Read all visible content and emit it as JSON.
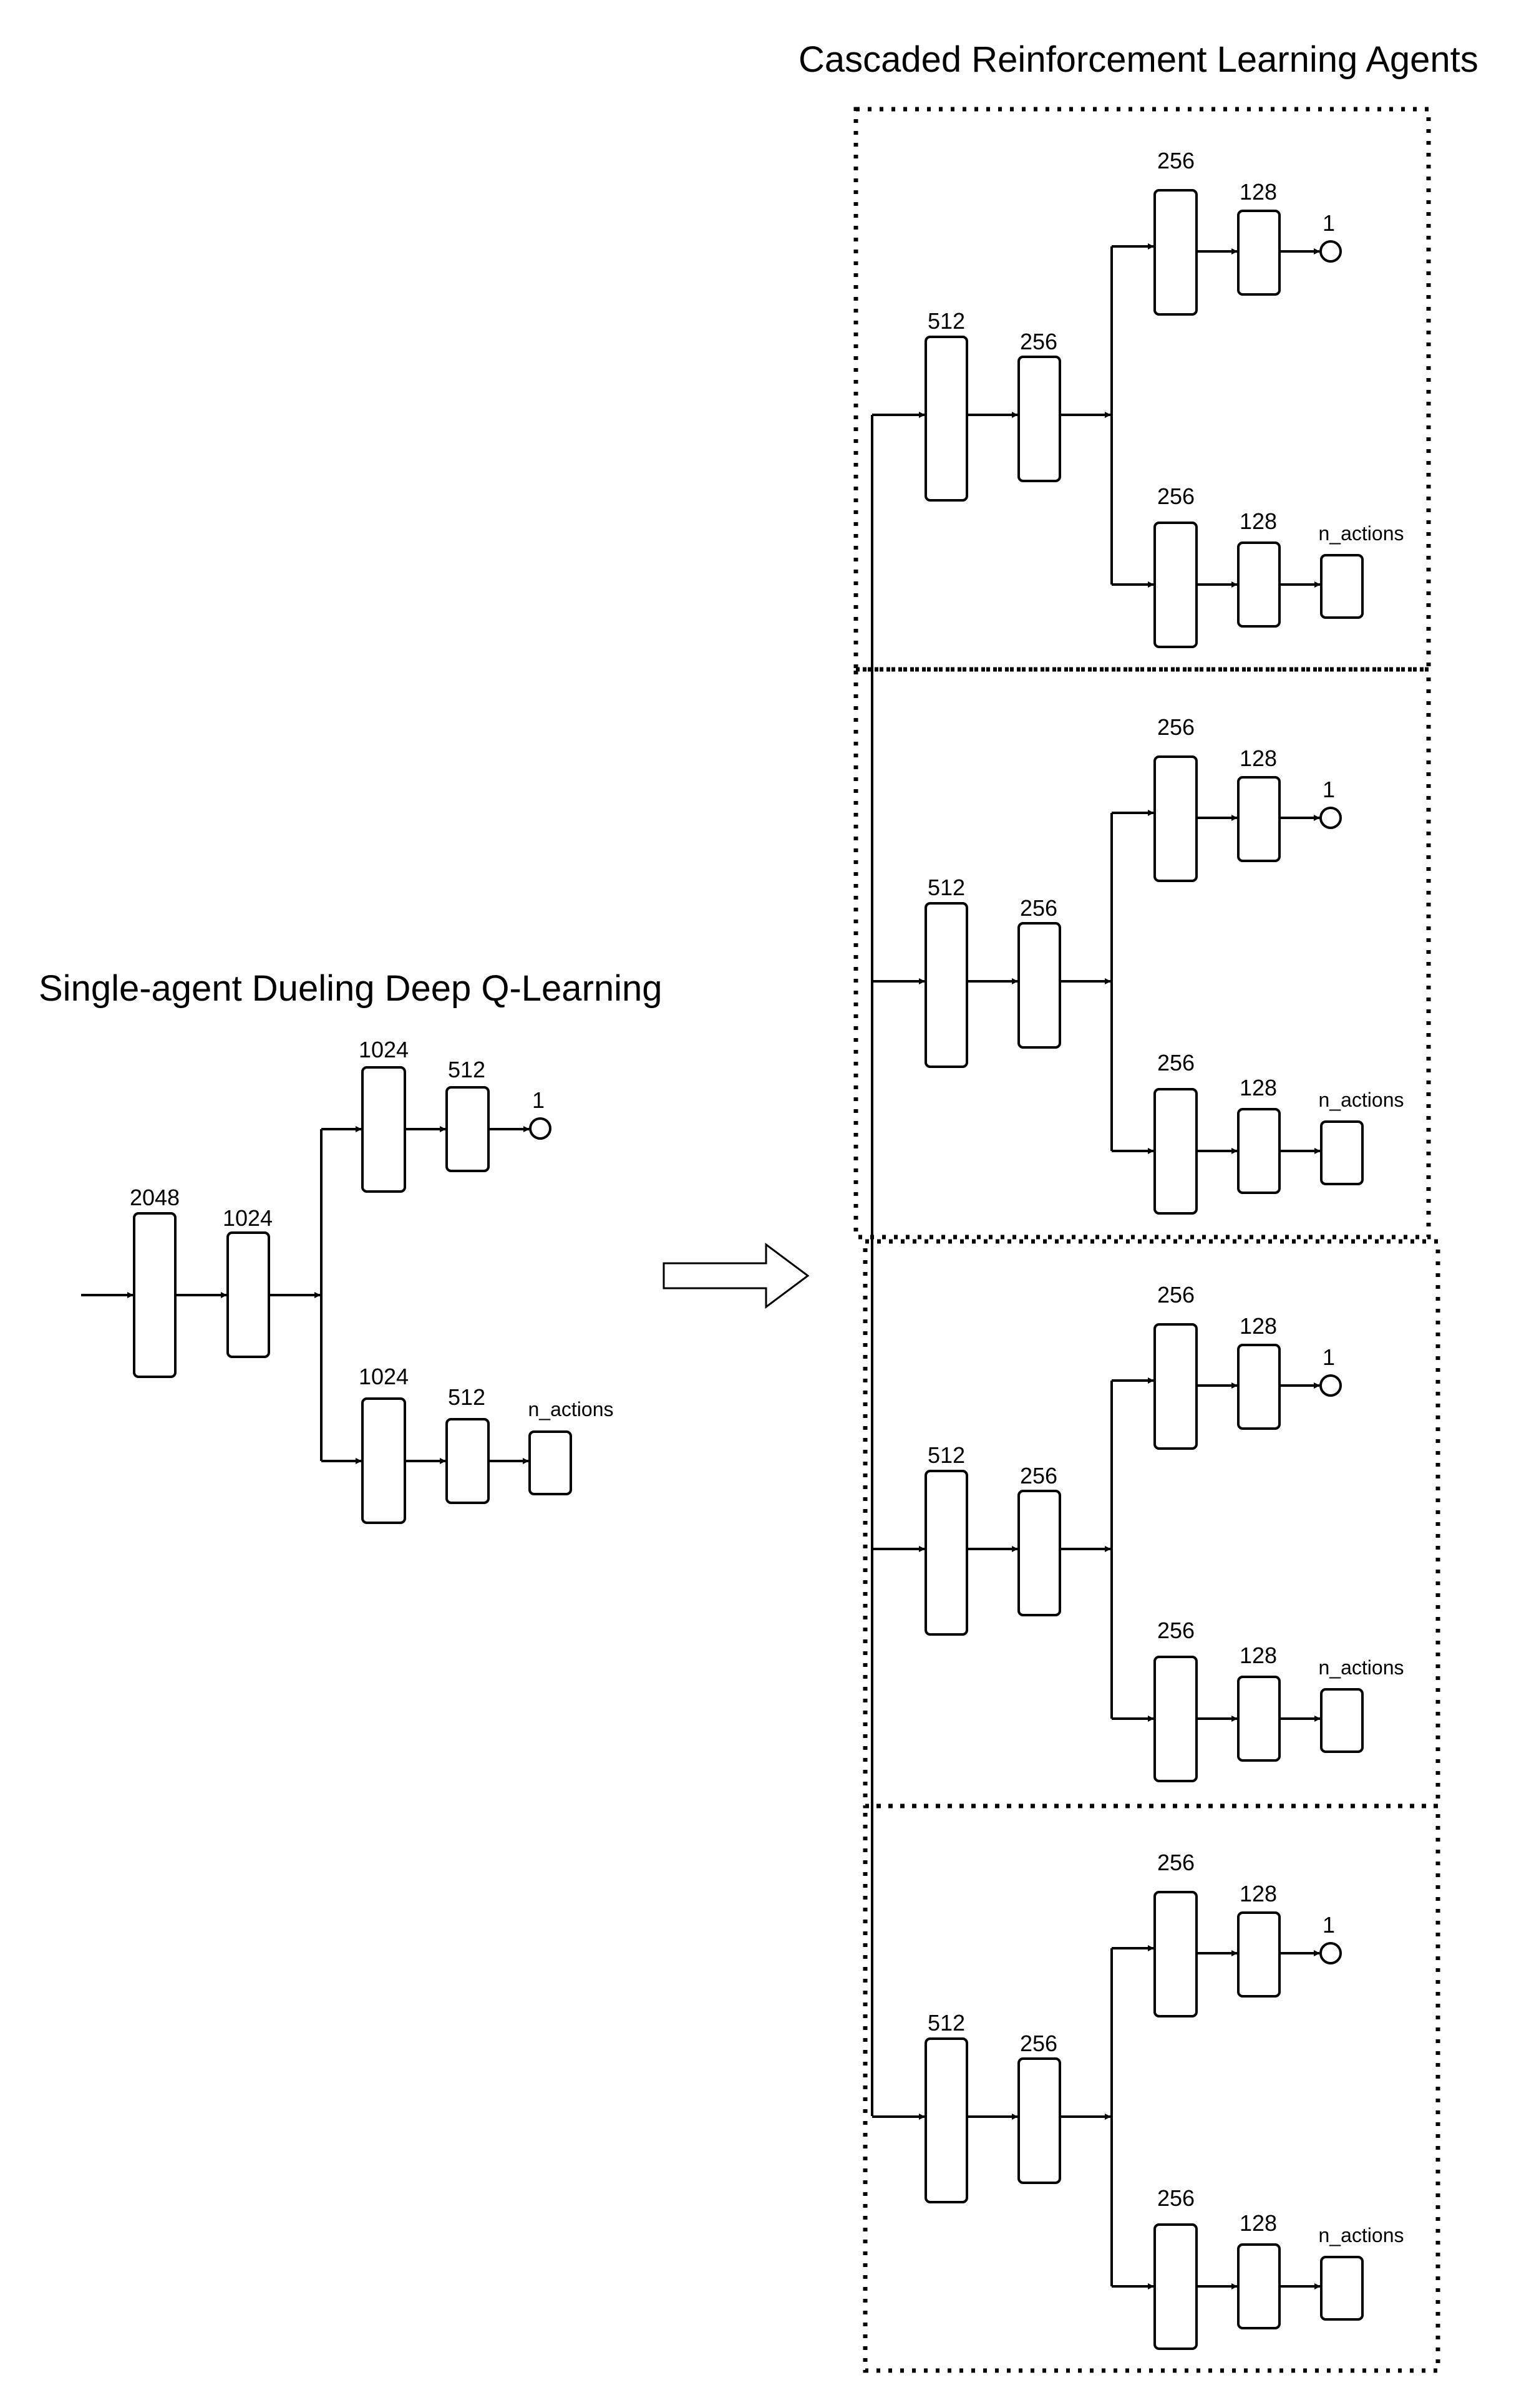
{
  "single_agent": {
    "title": "Single-agent Dueling Deep Q-Learning",
    "layers": [
      "2048",
      "1024"
    ],
    "value_stream": [
      "1024",
      "512"
    ],
    "value_output": "1",
    "advantage_stream": [
      "1024",
      "512"
    ],
    "advantage_output": "n_actions"
  },
  "cascaded": {
    "title": "Cascaded Reinforcement Learning Agents",
    "agents": [
      {
        "layers": [
          "512",
          "256"
        ],
        "value_stream": [
          "256",
          "128"
        ],
        "value_output": "1",
        "advantage_stream": [
          "256",
          "128"
        ],
        "advantage_output": "n_actions"
      },
      {
        "layers": [
          "512",
          "256"
        ],
        "value_stream": [
          "256",
          "128"
        ],
        "value_output": "1",
        "advantage_stream": [
          "256",
          "128"
        ],
        "advantage_output": "n_actions"
      },
      {
        "layers": [
          "512",
          "256"
        ],
        "value_stream": [
          "256",
          "128"
        ],
        "value_output": "1",
        "advantage_stream": [
          "256",
          "128"
        ],
        "advantage_output": "n_actions"
      },
      {
        "layers": [
          "512",
          "256"
        ],
        "value_stream": [
          "256",
          "128"
        ],
        "value_output": "1",
        "advantage_stream": [
          "256",
          "128"
        ],
        "advantage_output": "n_actions"
      }
    ]
  }
}
